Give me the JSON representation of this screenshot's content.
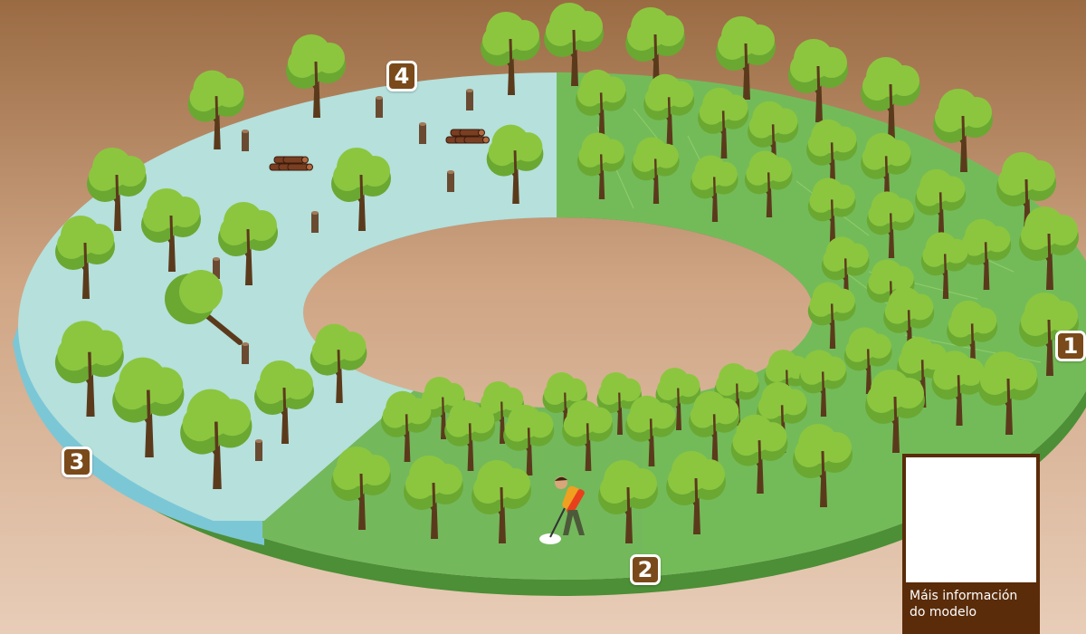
{
  "markers": [
    {
      "id": "1",
      "label": "1"
    },
    {
      "id": "2",
      "label": "2"
    },
    {
      "id": "3",
      "label": "3"
    },
    {
      "id": "4",
      "label": "4"
    }
  ],
  "qr": {
    "caption_line1": "Máis información",
    "caption_line2": "do modelo"
  },
  "colors": {
    "background_top": "#9a6b43",
    "background_bottom": "#e6c8b1",
    "zone_cut": "#b5e0dc",
    "zone_cut_rim": "#7cc7d6",
    "zone_grown": "#73bb59",
    "zone_young": "#74b85c",
    "zone_rim": "#4c8f36",
    "tree_leaf": "#8cc63f",
    "tree_leaf_dark": "#6aa832",
    "trunk": "#5b3a1c",
    "marker_fill": "#7a4a1a",
    "qr_panel": "#5a2c0a"
  },
  "icons": [
    "tree-icon",
    "stump-icon",
    "log-pile-icon",
    "worker-brushcutter-icon",
    "qr-code-icon"
  ]
}
